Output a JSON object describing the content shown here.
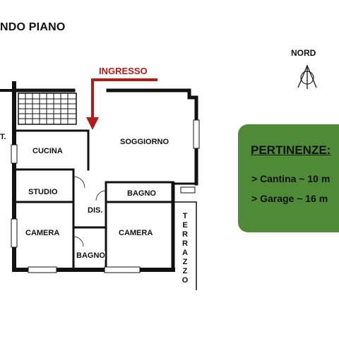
{
  "header": {
    "title": "NDO PIANO"
  },
  "compass": {
    "label": "NORD",
    "icon": "north-arrow-icon"
  },
  "entrance": {
    "label": "INGRESSO",
    "color": "#b51a1a",
    "icon": "entrance-arrow-icon"
  },
  "rooms": {
    "soggiorno": "SOGGIORNO",
    "cucina": "CUCINA",
    "studio": "STUDIO",
    "bagno_top": "BAGNO",
    "dis": "DIS.",
    "camera_left": "CAMERA",
    "camera_right": "CAMERA",
    "bagno_bottom": "BAGNO",
    "terrazzo": [
      "T",
      "E",
      "R",
      "R",
      "A",
      "Z",
      "Z",
      "O"
    ],
    "t_label": "T."
  },
  "pertinenze": {
    "title": "PERTINENZE:",
    "items": [
      "> Cantina ~ 10 m",
      "> Garage  ~ 16 m"
    ],
    "background": "#4f8a37"
  }
}
